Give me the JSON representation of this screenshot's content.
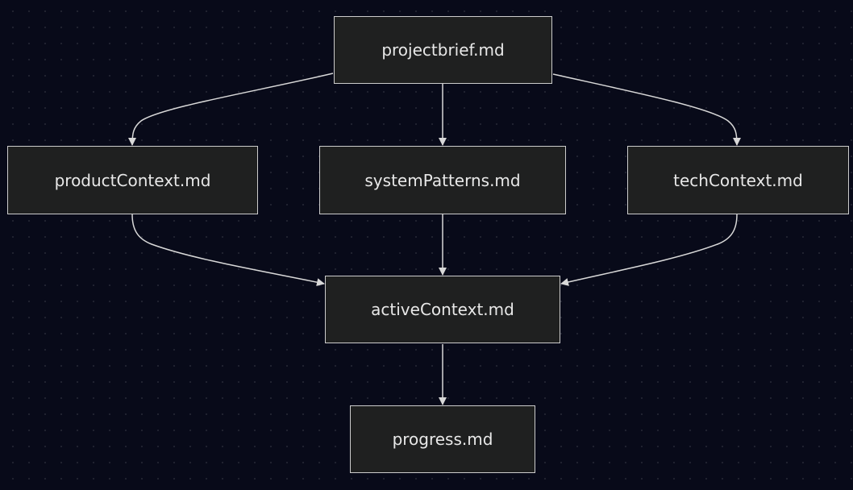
{
  "colors": {
    "background": "#080a19",
    "node_fill": "#1f2020",
    "node_border": "#cccccc",
    "node_text": "#e8e8e8",
    "edge": "#d8d8d8"
  },
  "nodes": {
    "projectbrief": "projectbrief.md",
    "productcontext": "productContext.md",
    "systempatterns": "systemPatterns.md",
    "techcontext": "techContext.md",
    "activecontext": "activeContext.md",
    "progress": "progress.md"
  },
  "edges": [
    {
      "from": "projectbrief",
      "to": "productcontext"
    },
    {
      "from": "projectbrief",
      "to": "systempatterns"
    },
    {
      "from": "projectbrief",
      "to": "techcontext"
    },
    {
      "from": "productcontext",
      "to": "activecontext"
    },
    {
      "from": "systempatterns",
      "to": "activecontext"
    },
    {
      "from": "techcontext",
      "to": "activecontext"
    },
    {
      "from": "activecontext",
      "to": "progress"
    }
  ]
}
